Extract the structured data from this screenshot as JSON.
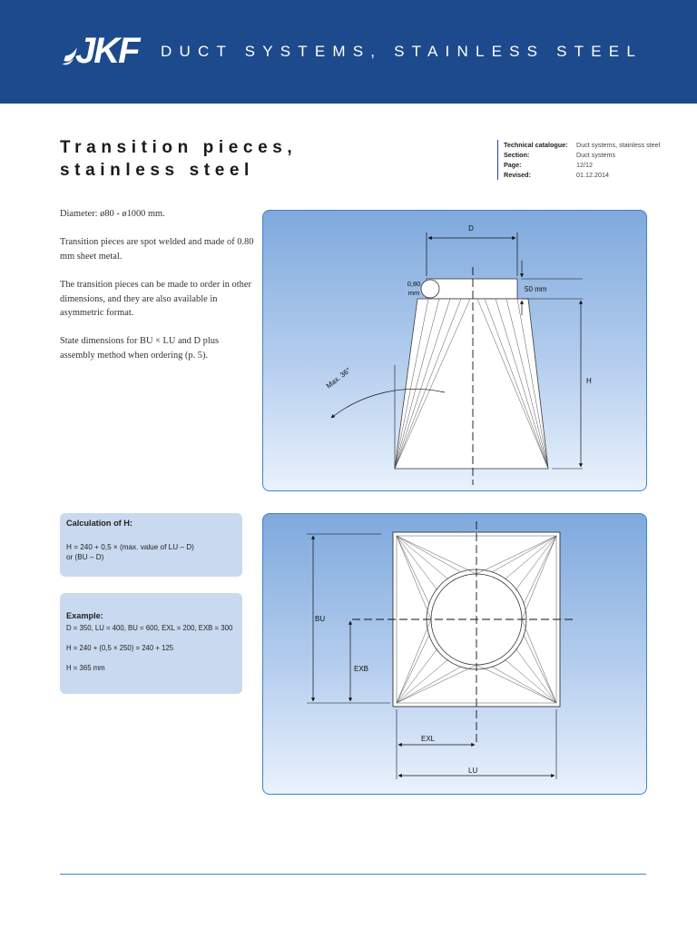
{
  "header": {
    "brand": "JKF",
    "title": "DUCT SYSTEMS, STAINLESS STEEL"
  },
  "page": {
    "title_line1": "Transition pieces,",
    "title_line2": "stainless steel"
  },
  "meta": [
    {
      "key": "Technical catalogue:",
      "value": "Duct systems, stainless steel"
    },
    {
      "key": "Section:",
      "value": "Duct systems"
    },
    {
      "key": "Page:",
      "value": "12/12"
    },
    {
      "key": "Revised:",
      "value": "01.12.2014"
    }
  ],
  "body": {
    "p1": "Diameter: ø80 - ø1000 mm.",
    "p2": "Transition pieces are spot welded and made of 0.80 mm sheet metal.",
    "p3": "The transition pieces can be made to order in other dimensions, and they are also available in asymmetric format.",
    "p4": "State dimensions for BU × LU and D plus assembly method when ordering (p. 5)."
  },
  "diagram1": {
    "label_d": "D",
    "label_thickness_1": "0,80",
    "label_thickness_2": "mm",
    "label_50mm": "50 mm",
    "label_h": "H",
    "label_max": "Max. 36°"
  },
  "diagram2": {
    "label_bu": "BU",
    "label_exb": "EXB",
    "label_exl": "EXL",
    "label_lu": "LU"
  },
  "calc": {
    "title": "Calculation of H:",
    "line1": "H = 240 + 0,5 × (max. value of LU – D)",
    "line2": "or (BU – D)"
  },
  "example": {
    "title": "Example:",
    "line1": "D = 350, LU = 400, BU = 600, EXL = 200, EXB = 300",
    "line2": "H = 240 + (0,5 × 250) = 240 + 125",
    "line3": "H = 365 mm"
  },
  "colors": {
    "header_blue": "#1d4a8d",
    "box_border": "#3f82c8",
    "info_bg": "#c9d9ef"
  }
}
